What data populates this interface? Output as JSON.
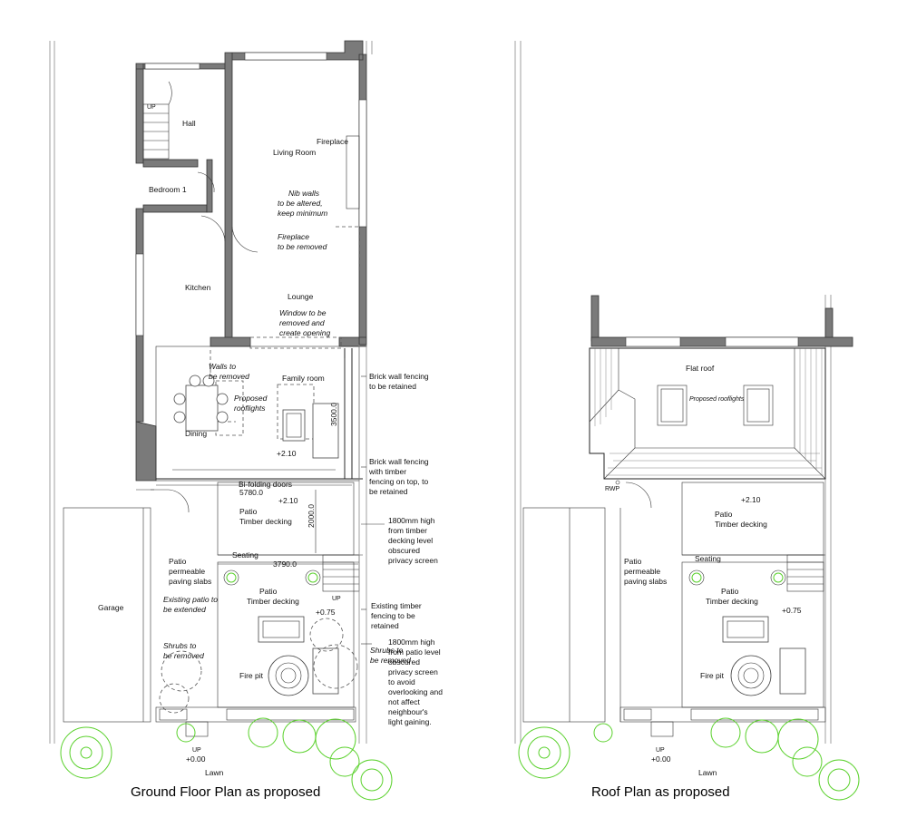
{
  "ground_plan": {
    "title": "Ground Floor Plan as proposed",
    "rooms": {
      "hall": "Hall",
      "living_room": "Living Room",
      "fireplace": "Fireplace",
      "bedroom": "Bedroom 1",
      "kitchen": "Kitchen",
      "lounge": "Lounge",
      "family_room": "Family room",
      "dining": "Dining",
      "garage": "Garage",
      "lawn": "Lawn",
      "seating": "Seating",
      "fire_pit": "Fire pit",
      "up_stair": "UP",
      "up_patio": "UP",
      "up_lawn": "UP"
    },
    "notes": {
      "nib_walls": [
        "Nib walls",
        "to be altered,",
        "keep minimum"
      ],
      "fireplace_removed": [
        "Fireplace",
        "to be removed"
      ],
      "window_removed": [
        "Window to be",
        "removed and",
        "create opening"
      ],
      "walls_removed": [
        "Walls to",
        "be removed"
      ],
      "rooflights": [
        "Proposed",
        "rooflights"
      ],
      "existing_patio": [
        "Existing patio to",
        "be extended"
      ],
      "shrubs_left": [
        "Shrubs to",
        "be removed"
      ],
      "shrubs_right": [
        "Shrubs to",
        "be removed"
      ]
    },
    "annotations": {
      "brick_wall_1": [
        "Brick wall fencing",
        "to be retained"
      ],
      "brick_wall_2": [
        "Brick wall fencing",
        "with timber",
        "fencing on top, to",
        "be retained"
      ],
      "privacy_1": [
        "1800mm high",
        "from timber",
        "decking level",
        "obscured",
        "privacy screen"
      ],
      "existing_timber": [
        "Existing timber",
        "fencing to be",
        "retained"
      ],
      "privacy_2": [
        "1800mm high",
        "from patio level",
        "obscured",
        "privacy screen",
        "to avoid",
        "overlooking and",
        "not affect",
        "neighbour's",
        "light gaining."
      ]
    },
    "patio_deck": [
      "Patio",
      "Timber decking"
    ],
    "patio_slabs": [
      "Patio",
      "permeable",
      "paving slabs"
    ],
    "patio_deck_lower": [
      "Patio",
      "Timber decking"
    ],
    "bifolding": "Bi-folding doors",
    "dimensions": {
      "width_5780": "5780.0",
      "depth_3500": "3500.0",
      "depth_2000": "2000.0",
      "width_3790": "3790.0"
    },
    "levels": {
      "family": "+2.10",
      "patio_upper": "+2.10",
      "patio_lower": "+0.75",
      "lawn": "+0.00"
    }
  },
  "roof_plan": {
    "title": "Roof Plan as proposed",
    "flat_roof": "Flat roof",
    "rooflights": "Proposed rooflights",
    "rwp": "RWP",
    "level_upper": "+2.10",
    "level_lower": "+0.75",
    "level_lawn": "+0.00",
    "patio_deck": [
      "Patio",
      "Timber decking"
    ],
    "patio_slabs": [
      "Patio",
      "permeable",
      "paving slabs"
    ],
    "patio_deck_lower": [
      "Patio",
      "Timber decking"
    ],
    "seating": "Seating",
    "fire_pit": "Fire pit",
    "lawn": "Lawn",
    "up_lawn": "UP"
  }
}
